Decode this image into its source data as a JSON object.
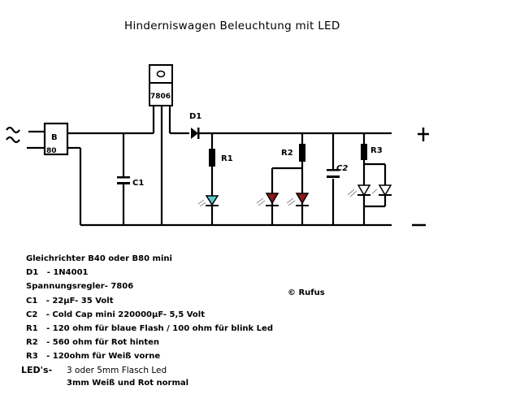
{
  "title": "Hinderniswagen Beleuchtung mit LED",
  "schematic": {
    "ac_input_symbol": "~~",
    "rectifier": {
      "line1": "B",
      "line2": "80"
    },
    "regulator": "7806",
    "labels": {
      "d1": "D1",
      "r1": "R1",
      "r2": "R2",
      "r3": "R3",
      "c1": "C1",
      "c2": "C2"
    },
    "plus": "+",
    "minus": "−",
    "colors": {
      "led_blue": "#5bc8d0",
      "led_red": "#8b1a1a",
      "wire": "#000000"
    }
  },
  "notes": [
    "Gleichrichter B40 oder B80 mini",
    "D1   - 1N4001",
    "Spannungsregler- 7806",
    "C1   - 22µF- 35 Volt",
    "C2   - Cold Cap mini 220000µF- 5,5 Volt",
    "R1   - 120 ohm für blaue Flash / 100 ohm für blink Led",
    "R2   - 560 ohm für Rot hinten",
    "R3   - 120ohm für Weiß vorne"
  ],
  "copyright": "© Rufus",
  "leds": {
    "label": "LED's-",
    "line1": "3 oder 5mm Flasch Led",
    "line2": "3mm Weiß und Rot normal"
  }
}
